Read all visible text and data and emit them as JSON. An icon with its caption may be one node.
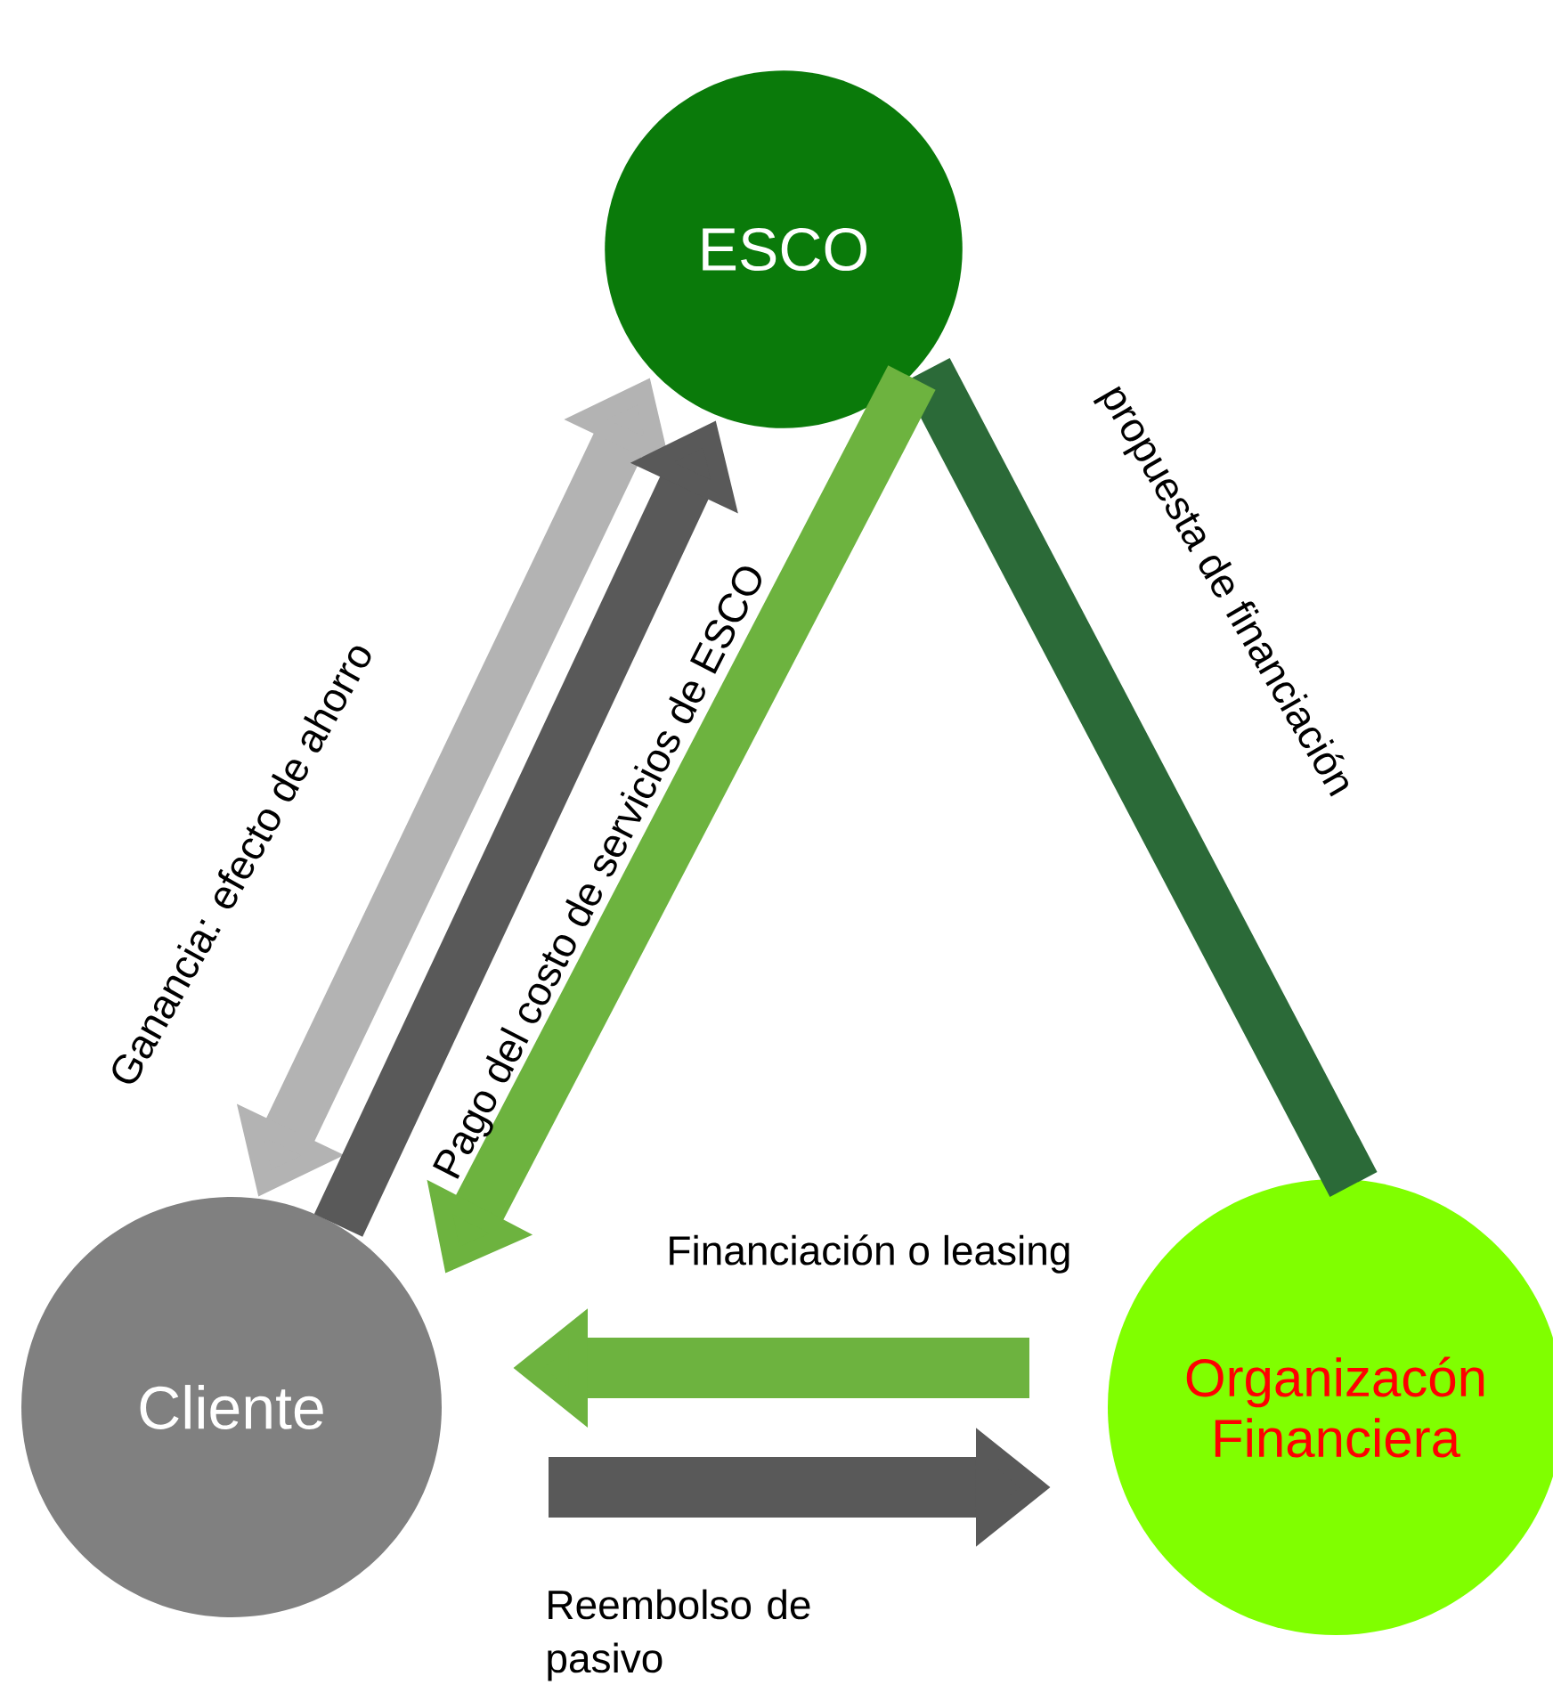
{
  "diagram": {
    "nodes": [
      {
        "text": [
          "ESCO"
        ]
      },
      {
        "text": [
          "Cliente"
        ]
      },
      {
        "text": [
          "Organizacón Financiera"
        ]
      }
    ],
    "edges": [
      {
        "from": 1,
        "to": 0,
        "arrow": "both",
        "label": "Ganancia:  efecto de ahorro",
        "color": "#b3b3b3"
      },
      {
        "from": 1,
        "to": 0,
        "arrow": "to",
        "label": "Pago del costo de servicios de ESCO",
        "color": "#595959"
      },
      {
        "from": 2,
        "to": 0,
        "arrow": "none",
        "label": "propuesta de financiación",
        "color": "#2b6a38"
      },
      {
        "from": 0,
        "to": 1,
        "arrow": "to",
        "color": "#6db33f"
      },
      {
        "from": 2,
        "to": 1,
        "arrow": "to",
        "label": "Financiación o leasing",
        "color": "#6db33f"
      },
      {
        "from": 1,
        "to": 2,
        "arrow": "to",
        "label": "Reembolso de pasivo",
        "color": "#595959"
      }
    ]
  }
}
